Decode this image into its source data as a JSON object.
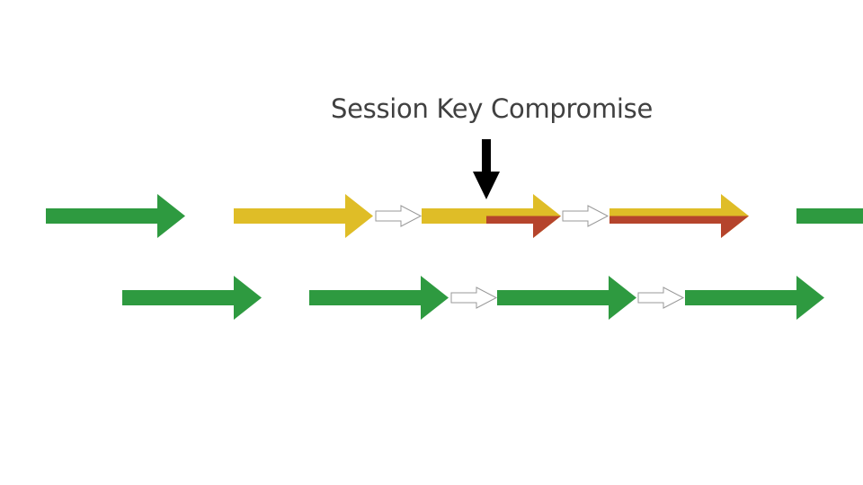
{
  "title": "Session Key Compromise",
  "colors": {
    "green": "#2e9a40",
    "yellow": "#dfbd27",
    "red": "#b5442c",
    "hollow_stroke": "#999999",
    "pointer": "#000000"
  },
  "rows": [
    {
      "name": "compromised-session-row",
      "arrows": [
        "green",
        "yellow",
        "hollow",
        "split-partial",
        "hollow",
        "split-full",
        "green"
      ]
    },
    {
      "name": "normal-session-row",
      "arrows": [
        "green",
        "green",
        "hollow",
        "green",
        "hollow",
        "green"
      ]
    }
  ]
}
